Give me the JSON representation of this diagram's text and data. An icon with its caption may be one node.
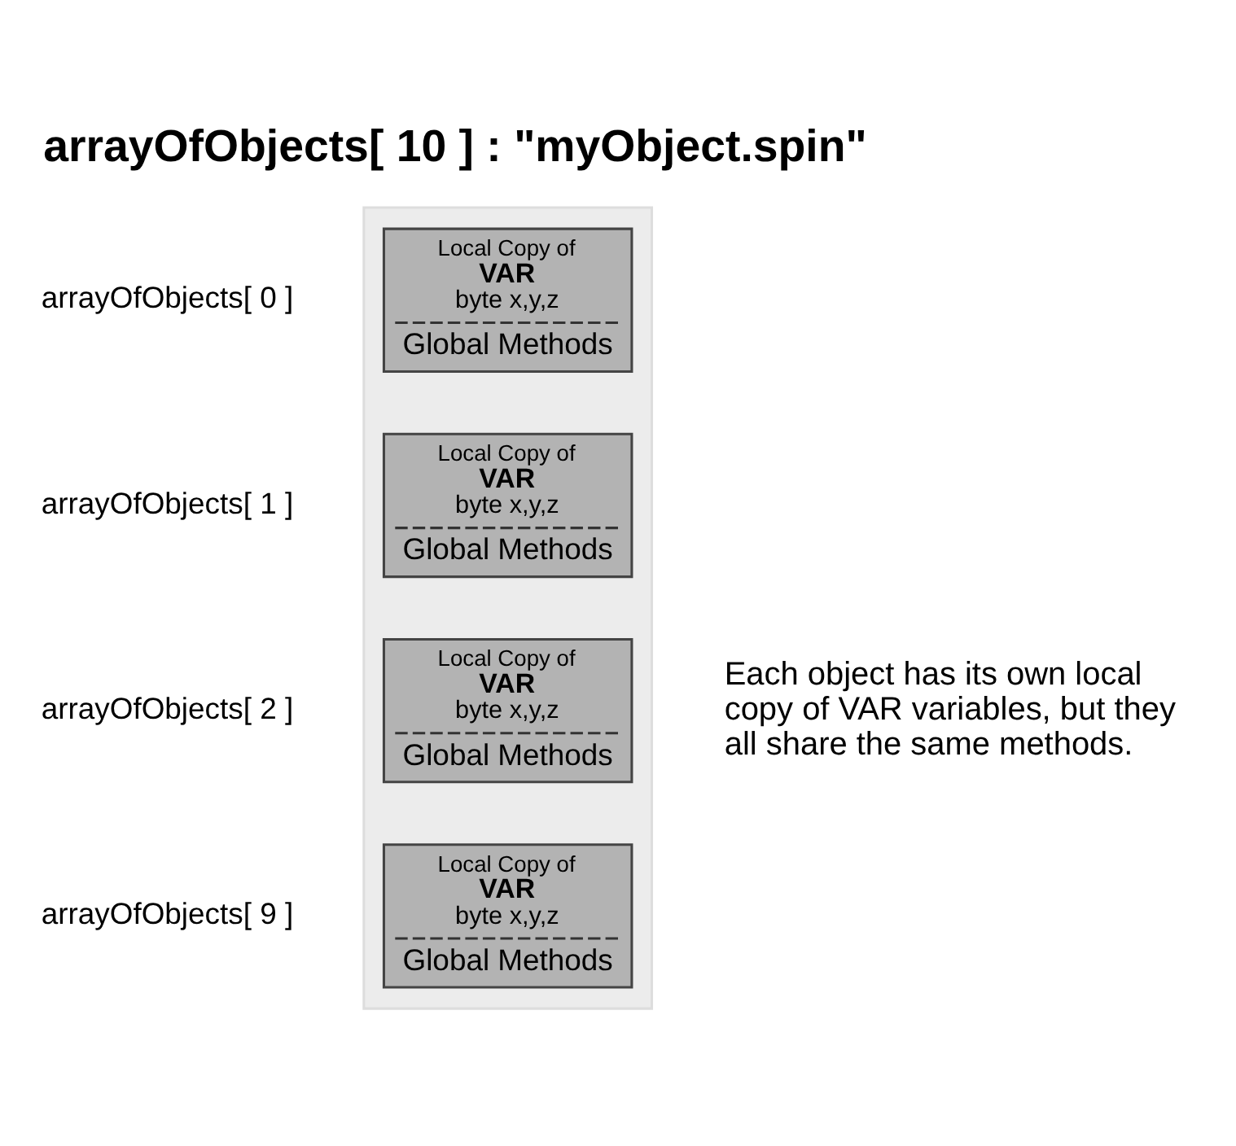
{
  "diagram": {
    "title": "arrayOfObjects[ 10 ] : \"myObject.spin\"",
    "nodes": [
      {
        "text": [],
        "shape": "box"
      },
      {
        "text": [
          "Local Copy of",
          "VAR",
          "byte x,y,z",
          "Global Methods"
        ],
        "in": 0,
        "beside": [
          "arrayOfObjects[ 0 ]"
        ]
      },
      {
        "text": [
          "Local Copy of",
          "VAR",
          "byte x,y,z",
          "Global Methods"
        ],
        "in": 0,
        "beside": [
          "arrayOfObjects[ 1 ]"
        ]
      },
      {
        "text": [
          "Local Copy of",
          "VAR",
          "byte x,y,z",
          "Global Methods"
        ],
        "in": 0,
        "beside": [
          "arrayOfObjects[ 2 ]"
        ]
      },
      {
        "text": [
          "Local Copy of",
          "VAR",
          "byte x,y,z",
          "Global Methods"
        ],
        "in": 0,
        "beside": [
          "arrayOfObjects[ 9 ]"
        ]
      }
    ],
    "edges": [],
    "labels": [
      "Each object has its own local copy of VAR variables, but they all share the same methods."
    ]
  }
}
